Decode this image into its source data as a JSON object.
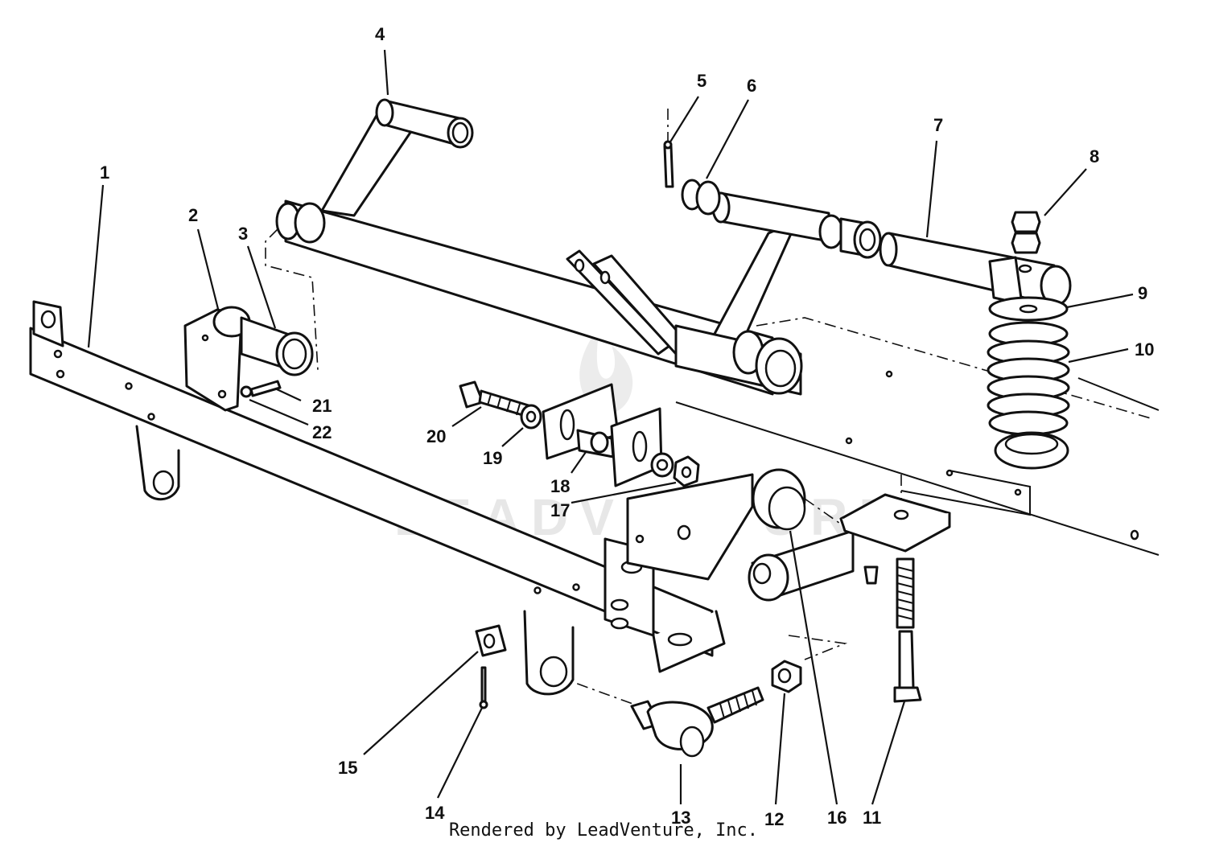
{
  "watermark": {
    "text": "LEADVENTURE"
  },
  "footer": {
    "credit": "Rendered by LeadVenture, Inc."
  },
  "callouts": [
    "1",
    "2",
    "3",
    "4",
    "5",
    "6",
    "7",
    "8",
    "9",
    "10",
    "11",
    "12",
    "13",
    "14",
    "15",
    "16",
    "17",
    "18",
    "19",
    "20",
    "21",
    "22"
  ]
}
